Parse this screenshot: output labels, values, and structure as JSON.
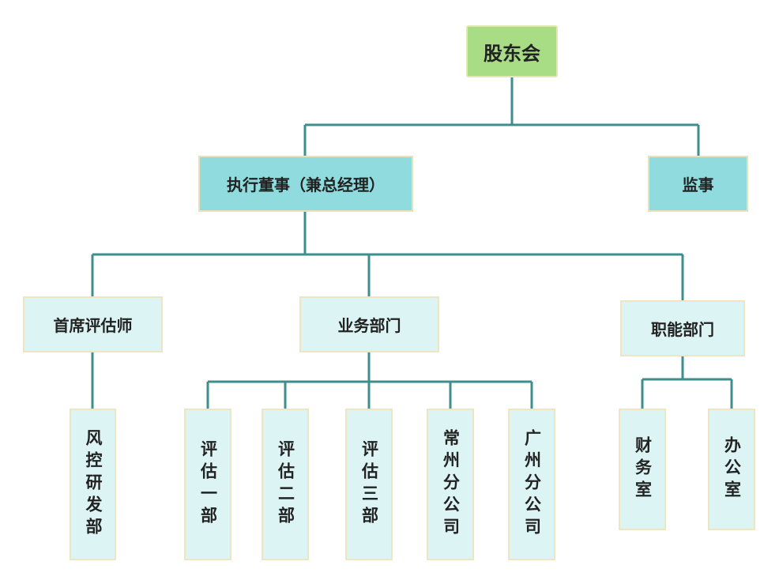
{
  "chart": {
    "root": "股东会",
    "level2": {
      "executive": "执行董事（兼总经理）",
      "supervisor": "监事"
    },
    "level3": {
      "chief_appraiser": "首席评估师",
      "business": "业务部门",
      "functional": "职能部门"
    },
    "leaves": {
      "risk_control": "风控研发部",
      "appraisal_1": "评估一部",
      "appraisal_2": "评估二部",
      "appraisal_3": "评估三部",
      "changzhou_branch": "常州分公司",
      "guangzhou_branch": "广州分公司",
      "finance": "财务室",
      "office": "办公室"
    }
  },
  "colors": {
    "line": "#3c8f8c",
    "top_node": "#a8dd85",
    "level2_node": "#8fdbde",
    "light_node": "#dcf4f4"
  }
}
